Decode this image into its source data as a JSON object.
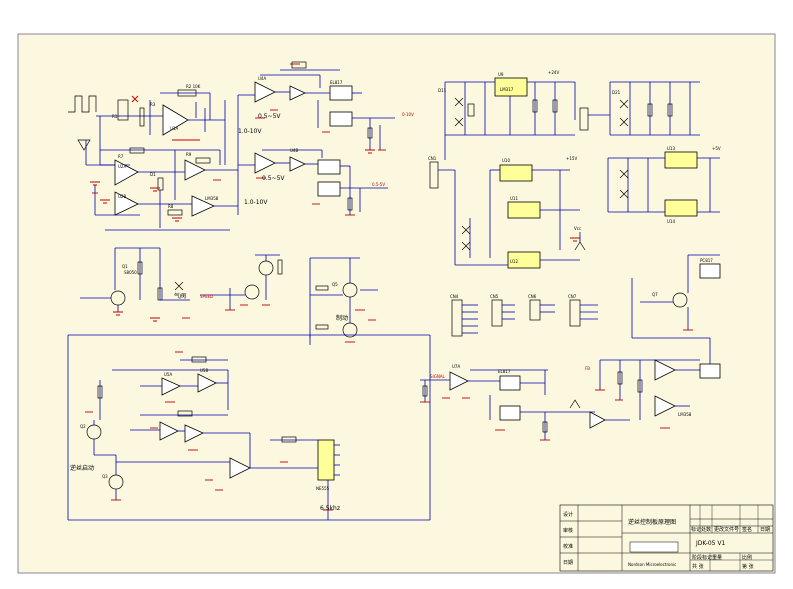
{
  "labels": {
    "range_1_10v_top": "1.0-10V",
    "range_05_5v_top": "0.5~5V",
    "range_05_5v_mid": "0.5~5V",
    "range_1_10v_mid": "1.0-10V",
    "relay_air": "气阀",
    "brake": "制动",
    "reverse_start": "逆丝启动",
    "freq": "6.5khz"
  },
  "title_block": {
    "title": "逆丝控制板原理图",
    "drawing_no": "JDK-05 V1",
    "row_design": "设计",
    "row_check": "审核",
    "row_std": "校准",
    "row_date": "日期",
    "col_mark": "标记",
    "col_count": "处数",
    "col_change": "更改文件号",
    "col_sign": "签名",
    "col_dt": "日期",
    "stage": "阶段标记",
    "weight": "重量",
    "scale": "比例",
    "sheet_total": "共 张",
    "sheet_no": "第 张",
    "note": "Nordson Microelectronic"
  },
  "colors": {
    "background": "#fbf8df",
    "border": "#6a6a8a",
    "wire": "#0000b0",
    "ground": "#c00000",
    "ic_fill": "#ffff99"
  }
}
